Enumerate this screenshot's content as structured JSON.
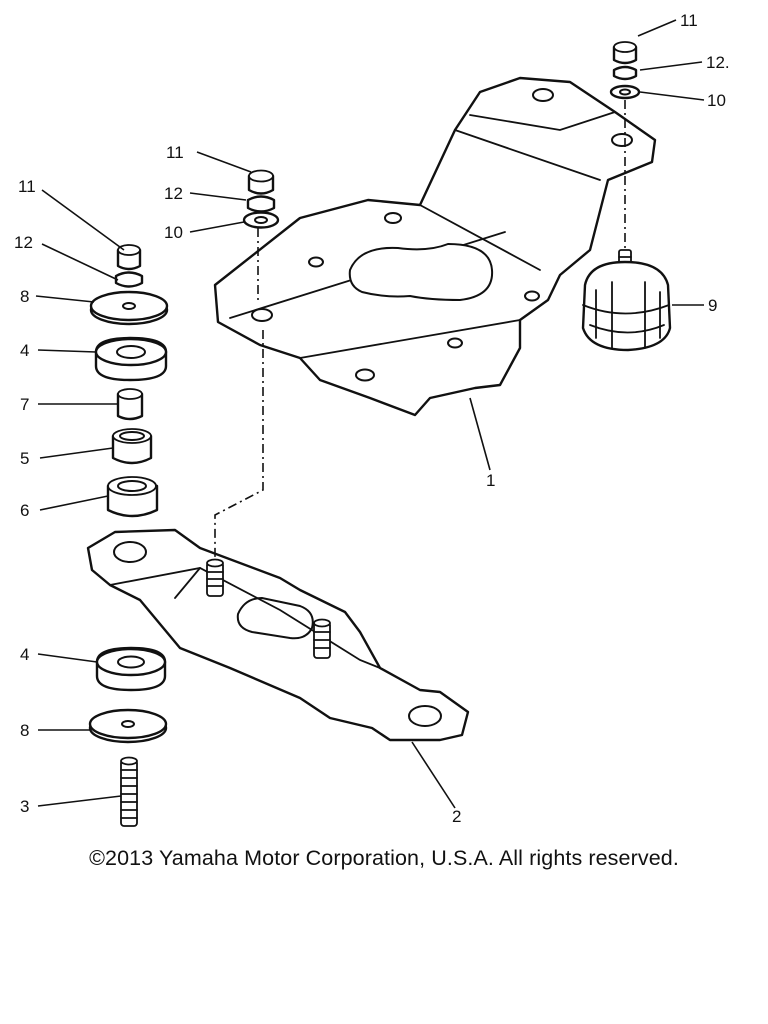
{
  "diagram": {
    "callouts": {
      "c1": "1",
      "c2": "2",
      "c3": "3",
      "c4a": "4",
      "c4b": "4",
      "c5": "5",
      "c6": "6",
      "c7": "7",
      "c8a": "8",
      "c8b": "8",
      "c9": "9",
      "c10a": "10",
      "c10b": "10",
      "c11a": "11",
      "c11b": "11",
      "c11c": "11",
      "c12a": "12",
      "c12b": "12",
      "c12c": "12."
    }
  },
  "footer": {
    "copyright": "©2013 Yamaha Motor Corporation, U.S.A. All rights reserved."
  }
}
